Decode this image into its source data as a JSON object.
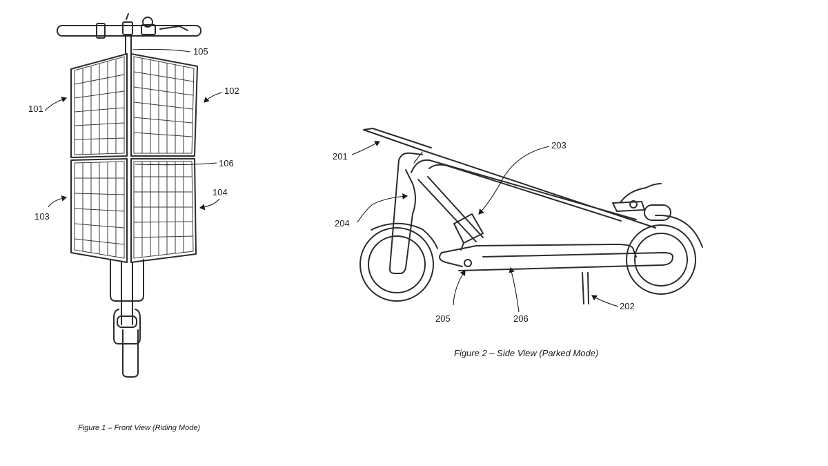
{
  "figure1": {
    "caption": "Figure 1 – Front View (Riding Mode)",
    "labels": {
      "l101": "101",
      "l102": "102",
      "l103": "103",
      "l104": "104",
      "l105": "105",
      "l106": "106"
    }
  },
  "figure2": {
    "caption": "Figure 2 – Side View (Parked Mode)",
    "labels": {
      "l201": "201",
      "l202": "202",
      "l203": "203",
      "l204": "204",
      "l205": "205",
      "l206": "206"
    }
  },
  "colors": {
    "line": "#2b2b2b",
    "background": "#ffffff"
  }
}
